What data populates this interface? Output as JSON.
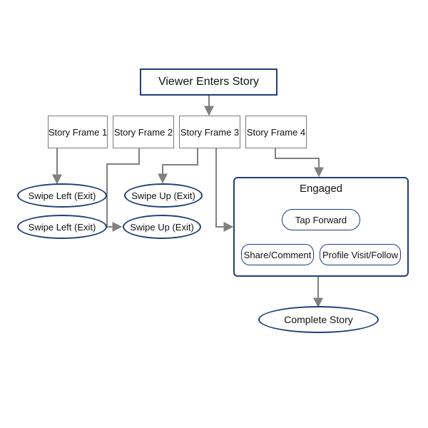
{
  "diagram": {
    "start": "Viewer Enters Story",
    "frames": [
      "Story Frame 1",
      "Story Frame 2",
      "Story Frame 3",
      "Story Frame 4"
    ],
    "exits": {
      "swipe_left_1": "Swipe Left (Exit)",
      "swipe_left_2": "Swipe Left (Exit)",
      "swipe_up_1": "Swipe Up (Exit)",
      "swipe_up_2": "Swipe Up (Exit)"
    },
    "engaged": {
      "title": "Engaged",
      "tap_forward": "Tap Forward",
      "share_comment": "Share/Comment",
      "profile_visit": "Profile Visit/Follow"
    },
    "end": "Complete Story"
  },
  "colors": {
    "node_border": "#1f3f78",
    "frame_border": "#7a7a7a",
    "connector": "#808080"
  }
}
